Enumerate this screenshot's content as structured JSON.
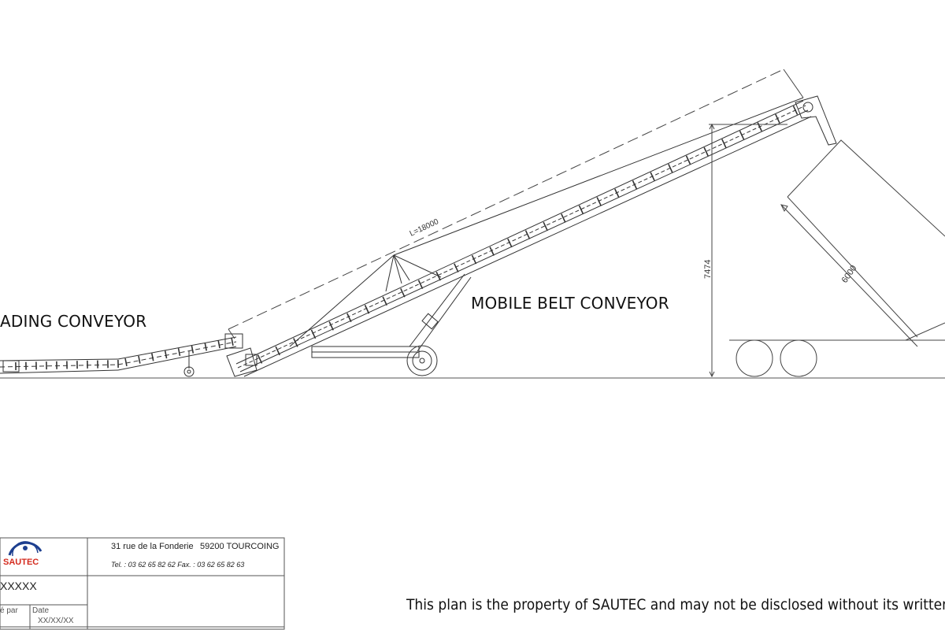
{
  "labels": {
    "loading_conveyor": "ADING CONVEYOR",
    "mobile_belt_conveyor": "MOBILE BELT CONVEYOR"
  },
  "dimensions": {
    "length": "L=18000",
    "height": "7474",
    "diagonal": "6000"
  },
  "title_block": {
    "logo_text": "SAUTEC",
    "address": "31 rue de la Fonderie",
    "city": "59200 TOURCOING",
    "phone_fax": "Tel. : 03 62 65 82 62   Fax. : 03 62 65 82 63",
    "reference": "XXXXX",
    "drawn_by_label": "é par",
    "date_label": "Date",
    "date_value": "XX/XX/XX"
  },
  "notice": "This plan is the property of SAUTEC and may not be disclosed without its written p",
  "colors": {
    "line": "#333333",
    "logo_red": "#d42a1e",
    "logo_blue": "#1d3f8f"
  }
}
